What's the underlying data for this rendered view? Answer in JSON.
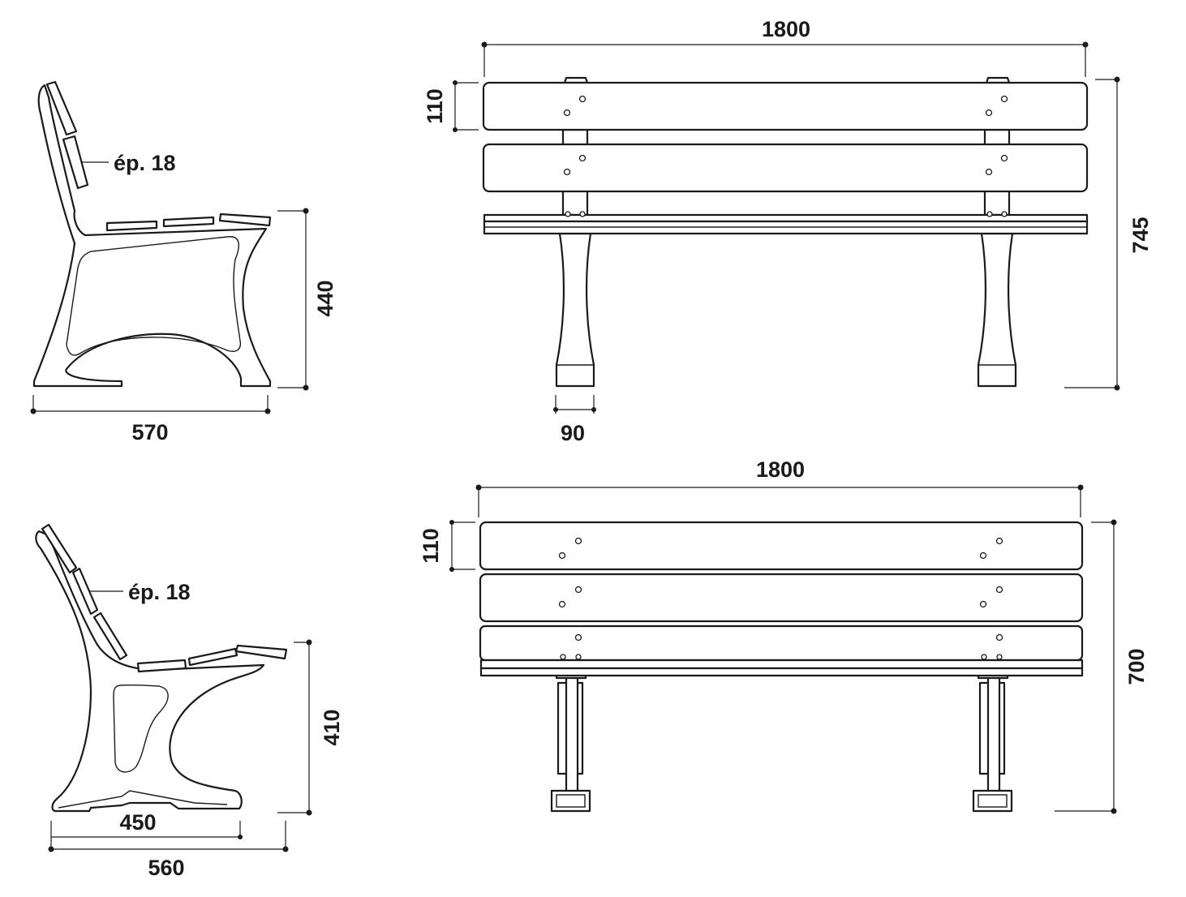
{
  "views": {
    "side_view_1": {
      "depth": "570",
      "seat_height": "440",
      "thickness": "ép. 18"
    },
    "front_view_1": {
      "length": "1800",
      "slat_height": "110",
      "total_height": "745",
      "foot_width": "90"
    },
    "side_view_2": {
      "seat_height": "410",
      "foot_length": "450",
      "depth": "560",
      "thickness": "ép. 18"
    },
    "front_view_2": {
      "length": "1800",
      "slat_height": "110",
      "total_height": "700"
    }
  },
  "colors": {
    "line": "#1a1a1a",
    "background": "#ffffff"
  }
}
